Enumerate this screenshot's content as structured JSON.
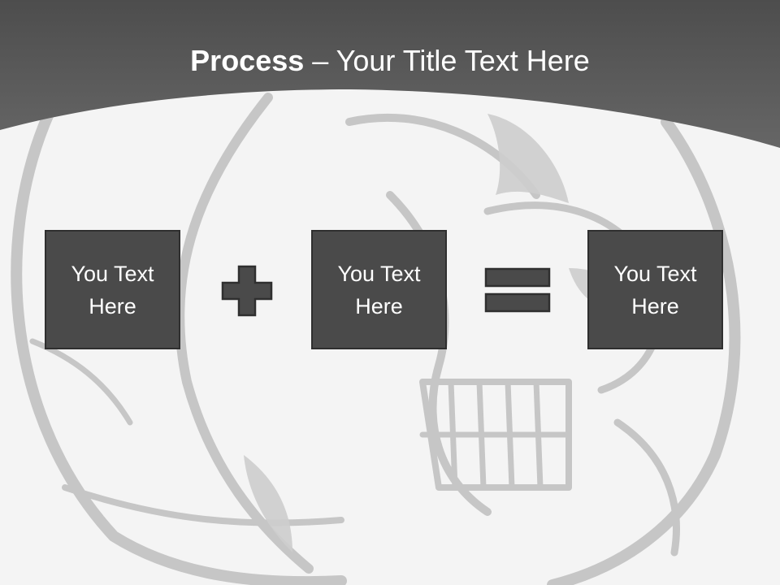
{
  "slide": {
    "title_bold": "Process",
    "title_sep": " – ",
    "title_rest": "Your Title Text Here"
  },
  "boxes": [
    {
      "text": "You Text Here"
    },
    {
      "text": "You Text Here"
    },
    {
      "text": "You Text Here"
    }
  ],
  "operators": [
    {
      "icon": "plus-icon"
    },
    {
      "icon": "equals-icon"
    }
  ],
  "colors": {
    "header": "#555555",
    "box_fill": "#4a4a4a",
    "box_border": "#2f2f2f",
    "background": "#f4f4f4",
    "art": "#c4c4c4"
  }
}
